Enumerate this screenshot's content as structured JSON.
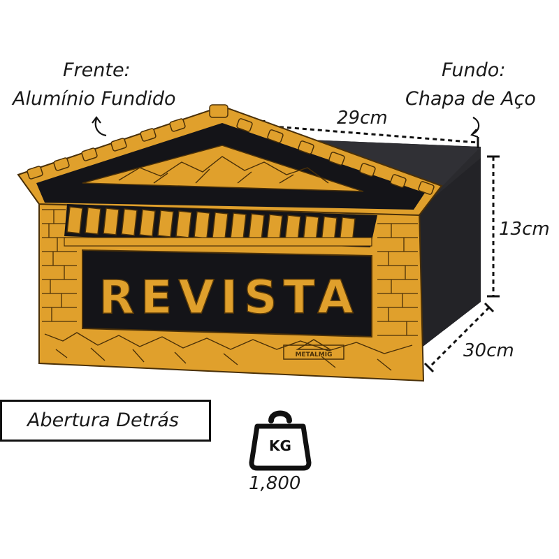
{
  "front_label": {
    "line1": "Frente:",
    "line2": "Alumínio Fundido"
  },
  "back_label": {
    "line1": "Fundo:",
    "line2": "Chapa de Aço"
  },
  "dimensions": {
    "width": "29cm",
    "height": "13cm",
    "depth": "30cm"
  },
  "mailbox": {
    "sign_text": "REVISTA",
    "maker_mark": "METALMIG"
  },
  "opening_note": "Abertura Detrás",
  "weight": {
    "icon_text": "KG",
    "value": "1,800"
  },
  "colors": {
    "gold": "#e0a02c",
    "black": "#141418",
    "body": "#2a2a2e"
  },
  "icons": [
    "curved-arrow-left-icon",
    "curved-arrow-right-icon",
    "kettlebell-weight-icon"
  ]
}
